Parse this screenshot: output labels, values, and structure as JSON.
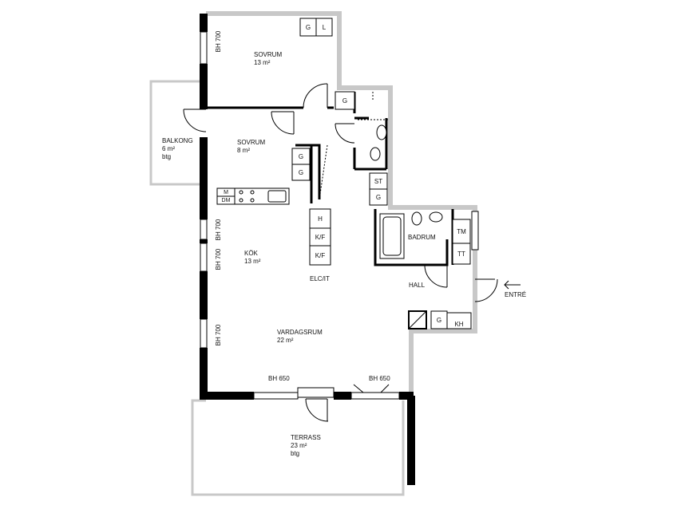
{
  "rooms": {
    "sovrum1": {
      "name": "SOVRUM",
      "area": "13 m²"
    },
    "sovrum2": {
      "name": "SOVRUM",
      "area": "8 m²"
    },
    "balkong": {
      "name": "BALKONG",
      "area": "6 m²",
      "note": "btg"
    },
    "kok": {
      "name": "KÖK",
      "area": "13 m²"
    },
    "vardagsrum": {
      "name": "VARDAGSRUM",
      "area": "22 m²"
    },
    "badrum": {
      "name": "BADRUM"
    },
    "hall": {
      "name": "HALL"
    },
    "terrass": {
      "name": "TERRASS",
      "area": "23 m²",
      "note": "btg"
    }
  },
  "entry": {
    "label": "ENTRÉ",
    "arrow": "arrow-left-icon"
  },
  "window_labels": {
    "bh700_1": "BH 700",
    "bh700_2": "BH 700",
    "bh700_3": "BH 700",
    "bh700_4": "BH 700",
    "bh650_1": "BH 650",
    "bh650_2": "BH 650"
  },
  "fixtures": {
    "g_sovrum1": "G",
    "l_sovrum1": "L",
    "g_corr": "G",
    "g_sovrum2_a": "G",
    "g_sovrum2_b": "G",
    "st": "ST",
    "g_st": "G",
    "m": "M",
    "dm": "DM",
    "h": "H",
    "kf1": "K/F",
    "kf2": "K/F",
    "elcit": "ELC/IT",
    "tm": "TM",
    "tt": "TT",
    "g_hall": "G",
    "kh": "KH"
  },
  "colors": {
    "wall_outer": "#000000",
    "wall_light": "#c8c8c8",
    "line": "#000000",
    "text": "#111111"
  }
}
